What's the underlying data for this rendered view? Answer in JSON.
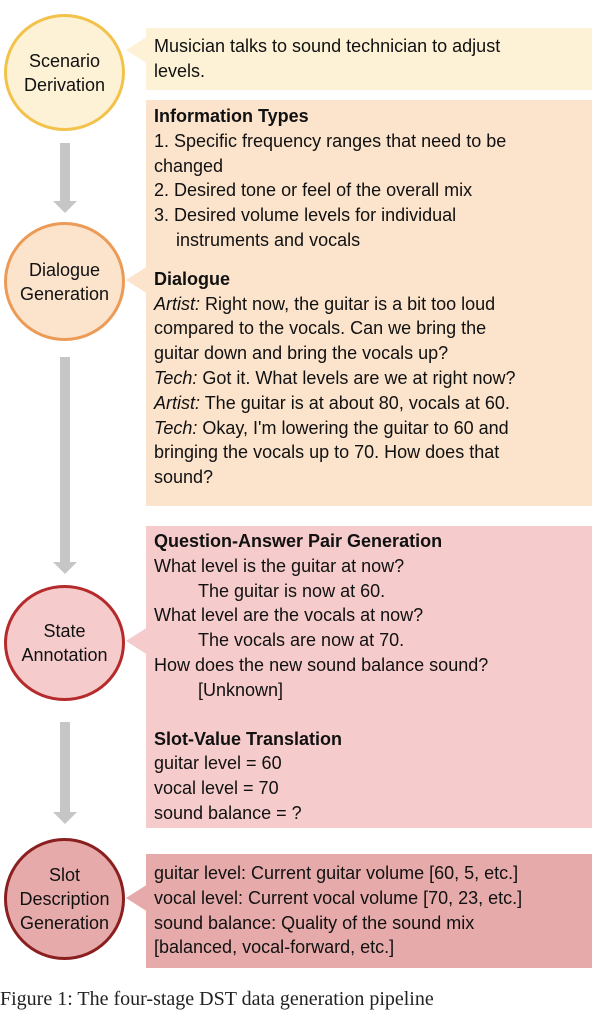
{
  "stages": [
    {
      "line1": "Scenario",
      "line2": "Derivation"
    },
    {
      "line1": "Dialogue",
      "line2": "Generation"
    },
    {
      "line1": "State",
      "line2": "Annotation"
    },
    {
      "line1": "Slot",
      "line2": "Description",
      "line3": "Generation"
    }
  ],
  "scenario": {
    "line1": "Musician talks to sound technician to adjust",
    "line2": "levels."
  },
  "dialogue_box": {
    "info_heading": "Information Types",
    "info": [
      "1. Specific frequency ranges that need to be",
      "changed",
      "2. Desired tone or feel of the overall mix",
      "3. Desired volume levels for individual",
      "instruments and vocals"
    ],
    "dialogue_heading": "Dialogue",
    "turns": [
      {
        "speaker": "Artist:",
        "text": " Right now, the guitar is a bit too loud"
      },
      {
        "speaker": "",
        "text": "compared to the vocals. Can we bring the"
      },
      {
        "speaker": "",
        "text": "guitar down and bring the vocals up?"
      },
      {
        "speaker": "Tech:",
        "text": " Got it. What levels are we at right now?"
      },
      {
        "speaker": "Artist:",
        "text": " The guitar is at about 80, vocals at 60."
      },
      {
        "speaker": "Tech:",
        "text": " Okay, I'm lowering the guitar to 60 and"
      },
      {
        "speaker": "",
        "text": "bringing the vocals up to 70. How does that"
      },
      {
        "speaker": "",
        "text": "sound?"
      }
    ]
  },
  "state_box": {
    "qa_heading": "Question-Answer Pair Generation",
    "qa": [
      {
        "q": "What level is the guitar at now?",
        "a": "The guitar is now at 60."
      },
      {
        "q": "What level are the vocals at now?",
        "a": "The vocals are now at 70."
      },
      {
        "q": "How does the new sound balance sound?",
        "a": "[Unknown]"
      }
    ],
    "slot_heading": "Slot-Value Translation",
    "slots": [
      "guitar level = 60",
      "vocal level = 70",
      "sound balance = ?"
    ]
  },
  "slot_box": {
    "lines": [
      "guitar level: Current guitar volume [60, 5, etc.]",
      "vocal level: Current vocal volume [70, 23, etc.]",
      "sound balance: Quality of the sound mix",
      "[balanced, vocal-forward, etc.]"
    ]
  },
  "caption": "Figure 1: The four-stage DST data generation pipeline",
  "colors": {
    "scenario_fill": "#fdf1d6",
    "scenario_border": "#f3c24a",
    "dialogue_fill": "#fbe3cc",
    "dialogue_border": "#ec9b57",
    "state_fill": "#f5cbcb",
    "state_border": "#b52a2a",
    "slot_fill": "#e6aaaa",
    "slot_border": "#8a1f1f"
  }
}
